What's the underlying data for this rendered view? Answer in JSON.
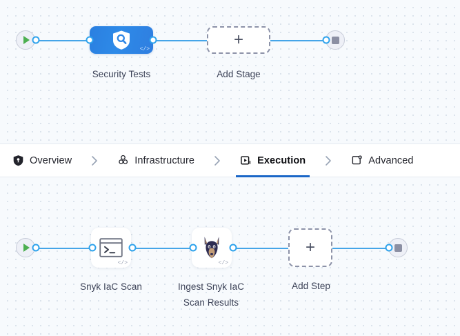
{
  "tabs": {
    "items": [
      {
        "label": "Overview",
        "icon": "shield-icon",
        "active": false
      },
      {
        "label": "Infrastructure",
        "icon": "nodes-icon",
        "active": false
      },
      {
        "label": "Execution",
        "icon": "run-play-box-icon",
        "active": true
      },
      {
        "label": "Advanced",
        "icon": "gear-card-icon",
        "active": false
      }
    ],
    "separator": "chevron-right-icon",
    "active_index": 2,
    "active_underline_color": "#1a66c7"
  },
  "stage_graph": {
    "start_node": {
      "name": "pipeline-start",
      "icon": "play-icon"
    },
    "end_node": {
      "name": "pipeline-end",
      "icon": "stop-icon"
    },
    "nodes": [
      {
        "id": "security-tests",
        "caption": "Security Tests",
        "icon": "shield-magnifier-icon",
        "badge": "</>",
        "type": "stage"
      },
      {
        "id": "add-stage",
        "caption": "Add Stage",
        "icon": "plus-icon",
        "type": "add"
      }
    ],
    "edge_color": "#45a5e8",
    "plus_glyph": "+"
  },
  "step_graph": {
    "start_node": {
      "name": "execution-start",
      "icon": "play-icon"
    },
    "end_node": {
      "name": "execution-end",
      "icon": "stop-icon"
    },
    "nodes": [
      {
        "id": "snyk-iac-scan",
        "caption": "Snyk IaC Scan",
        "icon": "terminal-icon",
        "badge": "</>",
        "type": "step"
      },
      {
        "id": "ingest-snyk-iac-scan-results",
        "caption": "Ingest Snyk IaC\nScan Results",
        "icon": "snyk-doberman-icon",
        "badge": "</>",
        "type": "step"
      },
      {
        "id": "add-step",
        "caption": "Add Step",
        "icon": "plus-icon",
        "type": "add"
      }
    ],
    "edge_color": "#45a5e8",
    "plus_glyph": "+"
  },
  "colors": {
    "canvas_bg": "#f7fafd",
    "dot_grid": "#d2dbe6",
    "edge": "#45a5e8",
    "port_ring": "#2fa3ec",
    "stage_blue": "#2e86e6",
    "start_play": "#4caf50",
    "stop_square": "#8b8fa3",
    "accent": "#1a66c7"
  }
}
